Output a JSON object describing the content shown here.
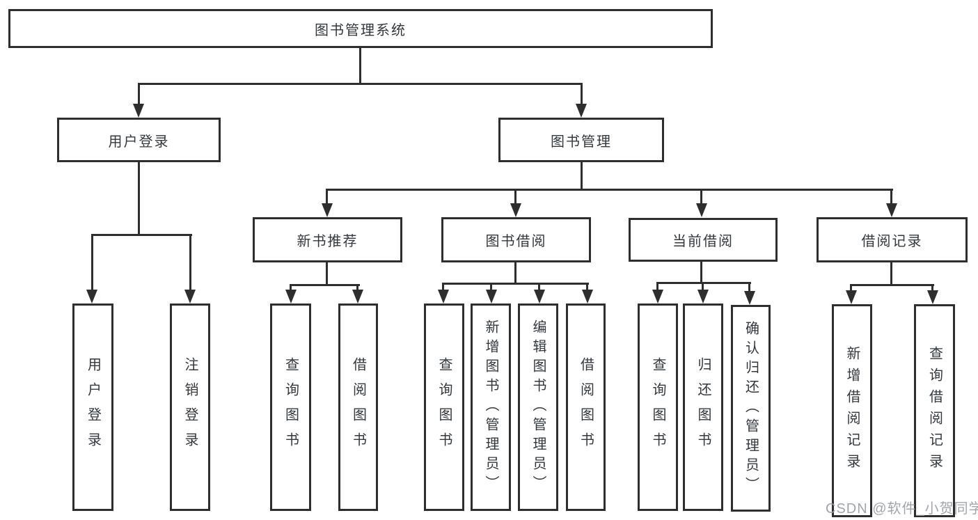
{
  "tree": {
    "root": "图书管理系统",
    "branches": [
      {
        "label": "用户登录",
        "children": [
          "用户登录",
          "注销登录"
        ]
      },
      {
        "label": "图书管理",
        "groups": [
          {
            "label": "新书推荐",
            "children": [
              "查询图书",
              "借阅图书"
            ]
          },
          {
            "label": "图书借阅",
            "children": [
              "查询图书",
              "新增图书（管理员）",
              "编辑图书（管理员）",
              "借阅图书"
            ]
          },
          {
            "label": "当前借阅",
            "children": [
              "查询图书",
              "归还图书",
              "确认归还（管理员）"
            ]
          },
          {
            "label": "借阅记录",
            "children": [
              "新增借阅记录",
              "查询借阅记录"
            ]
          }
        ]
      }
    ]
  },
  "watermark": {
    "text": "CSDN @软件_小贺同学"
  },
  "colors": {
    "line": "#2e2e2e",
    "text": "#33383d",
    "watermark": "#9a9ea3",
    "background": "#ffffff"
  }
}
